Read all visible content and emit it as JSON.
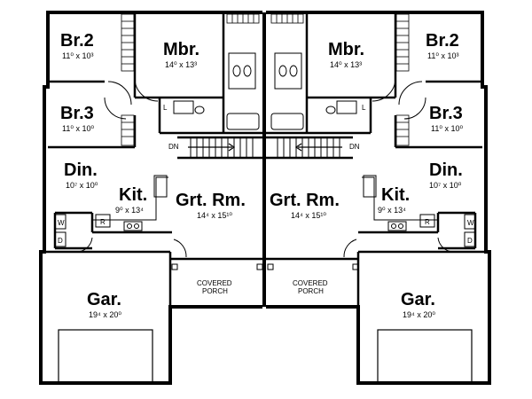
{
  "units": {
    "left": {
      "br2": {
        "name": "Br.2",
        "dim": "11⁰ x 10³"
      },
      "mbr": {
        "name": "Mbr.",
        "dim": "14⁰ x 13³"
      },
      "br3": {
        "name": "Br.3",
        "dim": "11⁰ x 10⁰"
      },
      "din": {
        "name": "Din.",
        "dim": "10⁷ x 10⁰"
      },
      "kit": {
        "name": "Kit.",
        "dim": "9⁰ x 13⁴"
      },
      "grt": {
        "name": "Grt. Rm.",
        "dim": "14⁴ x 15¹⁰"
      },
      "gar": {
        "name": "Gar.",
        "dim": "19⁴ x 20⁰"
      },
      "porch": [
        "COVERED",
        "PORCH"
      ],
      "dn": "DN",
      "laundry_l": "L",
      "washer": "W",
      "dryer": "D",
      "fridge": "R"
    },
    "right": {
      "br2": {
        "name": "Br.2",
        "dim": "11⁰ x 10³"
      },
      "mbr": {
        "name": "Mbr.",
        "dim": "14⁰ x 13³"
      },
      "br3": {
        "name": "Br.3",
        "dim": "11⁰ x 10⁰"
      },
      "din": {
        "name": "Din.",
        "dim": "10⁷ x 10⁰"
      },
      "kit": {
        "name": "Kit.",
        "dim": "9⁰ x 13⁴"
      },
      "grt": {
        "name": "Grt. Rm.",
        "dim": "14⁴ x 15¹⁰"
      },
      "gar": {
        "name": "Gar.",
        "dim": "19⁴ x 20⁰"
      },
      "porch": [
        "COVERED",
        "PORCH"
      ],
      "dn": "DN",
      "laundry_l": "L",
      "washer": "W",
      "dryer": "D",
      "fridge": "R"
    }
  }
}
